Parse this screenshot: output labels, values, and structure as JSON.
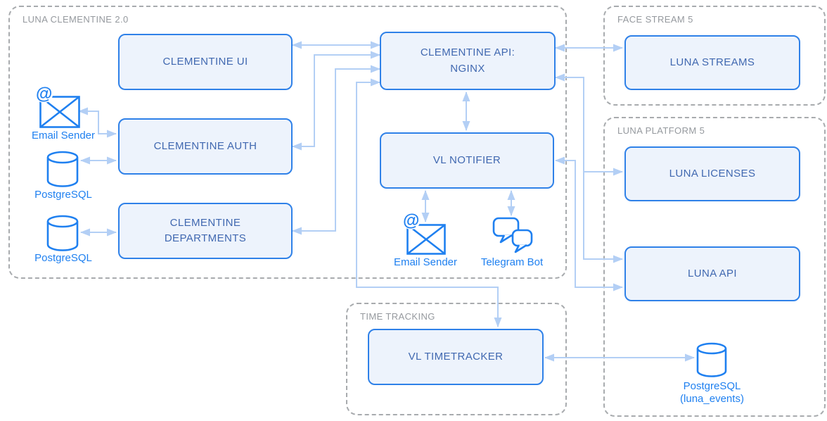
{
  "containers": {
    "luna_clementine": {
      "label": "LUNA CLEMENTINE 2.0"
    },
    "face_stream": {
      "label": "FACE STREAM 5"
    },
    "luna_platform": {
      "label": "LUNA PLATFORM 5"
    },
    "time_tracking": {
      "label": "TIME TRACKING"
    }
  },
  "nodes": {
    "clementine_ui": {
      "label": "CLEMENTINE UI"
    },
    "clementine_api": {
      "line1": "CLEMENTINE API:",
      "line2": "NGINX"
    },
    "clementine_auth": {
      "label": "CLEMENTINE AUTH"
    },
    "clementine_departments": {
      "line1": "CLEMENTINE",
      "line2": "DEPARTMENTS"
    },
    "vl_notifier": {
      "label": "VL NOTIFIER"
    },
    "luna_streams": {
      "label": "LUNA STREAMS"
    },
    "luna_licenses": {
      "label": "LUNA LICENSES"
    },
    "luna_api": {
      "label": "LUNA API"
    },
    "vl_timetracker": {
      "label": "VL TIMETRACKER"
    }
  },
  "icons": {
    "email_sender_auth": {
      "label": "Email Sender",
      "glyph": "@"
    },
    "postgresql_auth": {
      "label": "PostgreSQL"
    },
    "postgresql_departments": {
      "label": "PostgreSQL"
    },
    "email_sender_notifier": {
      "label": "Email Sender",
      "glyph": "@"
    },
    "telegram_bot": {
      "label": "Telegram Bot"
    },
    "postgresql_luna_events": {
      "line1": "PostgreSQL",
      "line2": "(luna_events)"
    }
  },
  "edges": [
    {
      "from": "CLEMENTINE UI",
      "to": "CLEMENTINE API: NGINX",
      "direction": "both"
    },
    {
      "from": "CLEMENTINE AUTH",
      "to": "CLEMENTINE API: NGINX",
      "direction": "both"
    },
    {
      "from": "CLEMENTINE DEPARTMENTS",
      "to": "CLEMENTINE API: NGINX",
      "direction": "both"
    },
    {
      "from": "VL TIMETRACKER",
      "to": "CLEMENTINE API: NGINX",
      "direction": "both"
    },
    {
      "from": "CLEMENTINE API: NGINX",
      "to": "VL NOTIFIER",
      "direction": "both"
    },
    {
      "from": "CLEMENTINE API: NGINX",
      "to": "LUNA STREAMS",
      "direction": "both"
    },
    {
      "from": "CLEMENTINE API: NGINX",
      "to": "LUNA LICENSES",
      "direction": "both"
    },
    {
      "from": "CLEMENTINE API: NGINX",
      "to": "LUNA API",
      "direction": "both"
    },
    {
      "from": "VL NOTIFIER",
      "to": "LUNA API",
      "direction": "both"
    },
    {
      "from": "VL NOTIFIER",
      "to": "Email Sender",
      "direction": "both"
    },
    {
      "from": "VL NOTIFIER",
      "to": "Telegram Bot",
      "direction": "both"
    },
    {
      "from": "Email Sender",
      "to": "CLEMENTINE AUTH",
      "direction": "both"
    },
    {
      "from": "PostgreSQL",
      "to": "CLEMENTINE AUTH",
      "direction": "both"
    },
    {
      "from": "PostgreSQL",
      "to": "CLEMENTINE DEPARTMENTS",
      "direction": "both"
    },
    {
      "from": "VL TIMETRACKER",
      "to": "PostgreSQL (luna_events)",
      "direction": "both"
    }
  ],
  "colors": {
    "node_border": "#2f81e8",
    "node_fill": "#edf3fc",
    "node_text": "#4068b0",
    "edge": "#b3cff5",
    "icon": "#1f80f0",
    "container_border": "#a8abae",
    "container_label": "#95999e"
  }
}
